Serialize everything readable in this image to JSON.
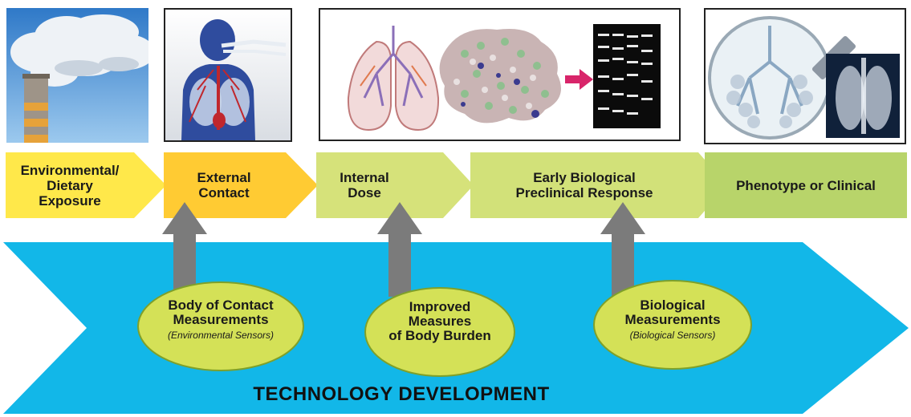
{
  "stages": [
    {
      "label_lines": [
        "Environmental/",
        "Dietary",
        "Exposure"
      ],
      "color": "#FFE84A"
    },
    {
      "label_lines": [
        "External",
        "Contact"
      ],
      "color": "#FFCB33"
    },
    {
      "label_lines": [
        "Internal",
        "Dose"
      ],
      "color": "#D6E27A"
    },
    {
      "label_lines": [
        "Early Biological",
        "Preclinical Response"
      ],
      "color": "#D2E179"
    },
    {
      "label_lines": [
        "Phenotype or Clinical"
      ],
      "color": "#B8D46A"
    }
  ],
  "measurements": [
    {
      "title_lines": [
        "Body of Contact",
        "Measurements"
      ],
      "subtitle": "(Environmental Sensors)"
    },
    {
      "title_lines": [
        "Improved",
        "Measures",
        "of Body Burden"
      ],
      "subtitle": ""
    },
    {
      "title_lines": [
        "Biological",
        "Measurements"
      ],
      "subtitle": "(Biological Sensors)"
    }
  ],
  "banner": {
    "title": "TECHNOLOGY DEVELOPMENT",
    "color": "#12B7E8"
  },
  "colors": {
    "ellipse_fill": "#D4E157",
    "ellipse_stroke": "#7FA02A",
    "arrow_gray": "#7b7b7b"
  },
  "images": [
    "smokestack-image",
    "human-respiratory-image",
    "lungs-protein-gel-image",
    "lung-xray-magnifier-image"
  ]
}
